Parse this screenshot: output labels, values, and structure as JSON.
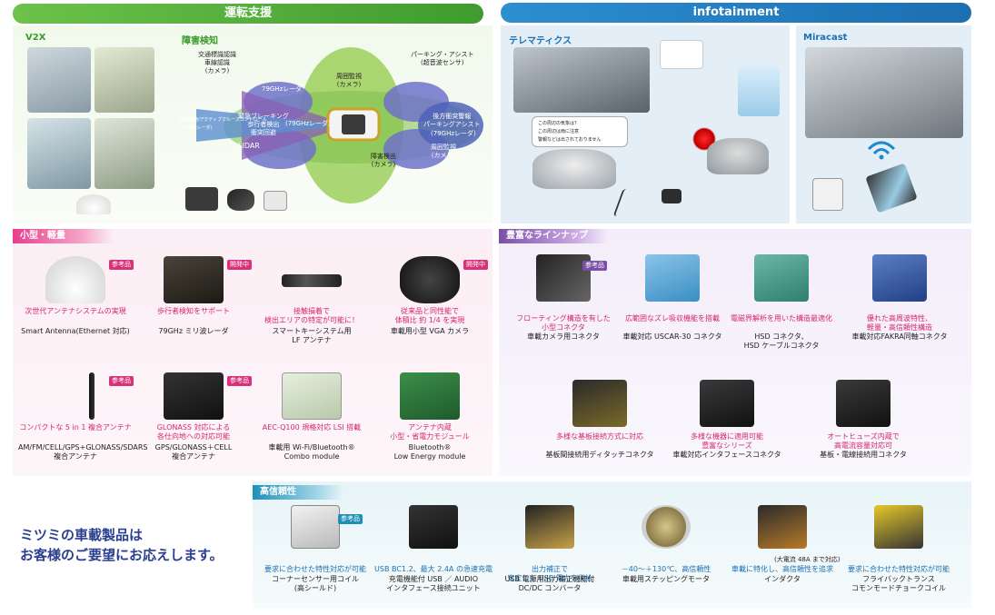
{
  "sections": {
    "driving_support": "運転支援",
    "infotainment": "infotainment",
    "v2x": "V2X",
    "obstacle_detection": "障害検知",
    "telematics": "テレマティクス",
    "miracast": "Miracast",
    "compact": "小型・軽量",
    "lineup": "豊富なラインナップ",
    "reliability": "高信頼性"
  },
  "radar": {
    "left_top": "交通標識認識\n車線認識\n(カメラ)",
    "right_top": "パーキング・アシスト\n(超音波センサ)",
    "ghz79": "79GHzレーダ",
    "surround_top": "周囲監視\n(カメラ)",
    "left_small": "衝突回避/アクティブクルーズコントロール\n(77GHzレーダ)",
    "emergency": "緊急ブレーキング\n歩行者検出\n衝突回避",
    "emergency_sub": "(79GHzレーダ)",
    "lidar": "LIDAR",
    "rear": "後方衝突警報\nパーキングアシスト",
    "rear_sub": "(79GHzレーダ)",
    "surround_right": "周囲監視\n(カメラ)",
    "blind": "障害検出\n(カメラ)"
  },
  "telematics_bubble": "この周辺の気象は？\nこの周辺は雨に注意\n警報などは出されておりません",
  "badges": {
    "ref": "参考品",
    "dev": "開発中"
  },
  "compact_items": [
    {
      "pink": "次世代アンテナシステムの実現",
      "black": "Smart Antenna(Ethernet 対応)",
      "badge": "ref"
    },
    {
      "pink": "歩行者検知をサポート",
      "black": "79GHz ミリ波レーダ",
      "badge": "dev"
    },
    {
      "pink": "接触損着で\n検出エリアの特定が可能に！",
      "black": "スマートキーシステム用\nLF アンテナ",
      "badge": ""
    },
    {
      "pink": "従来品と同性能で\n体積比 約 1/4 を実現",
      "black": "車載用小型 VGA カメラ",
      "badge": "dev"
    },
    {
      "pink": "コンパクトな 5 in 1 複合アンテナ",
      "black": "AM/FM/CELL/GPS+GLONASS/SDARS\n複合アンテナ",
      "badge": "ref"
    },
    {
      "pink": "GLONASS 対応による\n各仕向地への対応可能",
      "black": "GPS/GLONASS＋CELL\n複合アンテナ",
      "badge": "ref"
    },
    {
      "pink": "AEC-Q100 規格対応 LSI 搭載",
      "black": "車載用 Wi-Fi/Bluetooth®\nCombo module",
      "badge": ""
    },
    {
      "pink": "アンテナ内蔵\n小型・省電力モジュール",
      "black": "Bluetooth®\nLow Energy module",
      "badge": ""
    }
  ],
  "lineup_items": [
    {
      "pink": "フローティング構造を有した\n小型コネクタ",
      "black": "車載カメラ用コネクタ"
    },
    {
      "pink": "広範囲なズレ吸収機能を搭載",
      "black": "車載対応 USCAR-30 コネクタ"
    },
    {
      "pink": "電磁界解析を用いた構造最適化",
      "black": "HSD コネクタ、\nHSD ケーブルコネクタ"
    },
    {
      "pink": "優れた高周波特性、\n軽量・高信頼性構造",
      "black": "車載対応FAKRA同軸コネクタ"
    },
    {
      "pink": "多様な基板接続方式に対応",
      "black": "基板間接続用ディタッチコネクタ"
    },
    {
      "pink": "多様な機器に適用可能\n豊富なシリーズ",
      "black": "車載対応インタフェースコネクタ"
    },
    {
      "pink": "オートヒューズ内蔵で\n高電流容量対応可",
      "black": "基板・電線接続用コネクタ"
    }
  ],
  "reliability_items": [
    {
      "blue": "要求に合わせた特性対応が可能",
      "black": "コーナーセンサー用コイル\n(高シールド)"
    },
    {
      "blue": "USB BC1.2、最大 2.4A の急速充電",
      "black": "充電機能付 USB ／ AUDIO\nインタフェース接続ユニット"
    },
    {
      "blue": "出力補正で\n安定した USB 電力を供給",
      "black": "USB 電源用出力補正機能付\nDC/DC コンバータ"
    },
    {
      "blue": "－40～＋130℃、高信頼性",
      "black": "車載用ステッピングモータ"
    },
    {
      "blue": "車載に特化し、高信頼性を追求",
      "black": "インダクタ"
    },
    {
      "blue": "要求に合わせた特性対応が可能",
      "black": "フライバックトランス\nコモンモードチョークコイル"
    }
  ],
  "inductor_note": "(大電流 48A まで対応)",
  "slogan": "ミツミの車載製品は\nお客様のご要望にお応えします。",
  "colors": {
    "green": "#3f9b2f",
    "blue": "#1b6fb3",
    "pink": "#d6266f",
    "purple": "#7b4fa8",
    "teal": "#1e90b8"
  }
}
